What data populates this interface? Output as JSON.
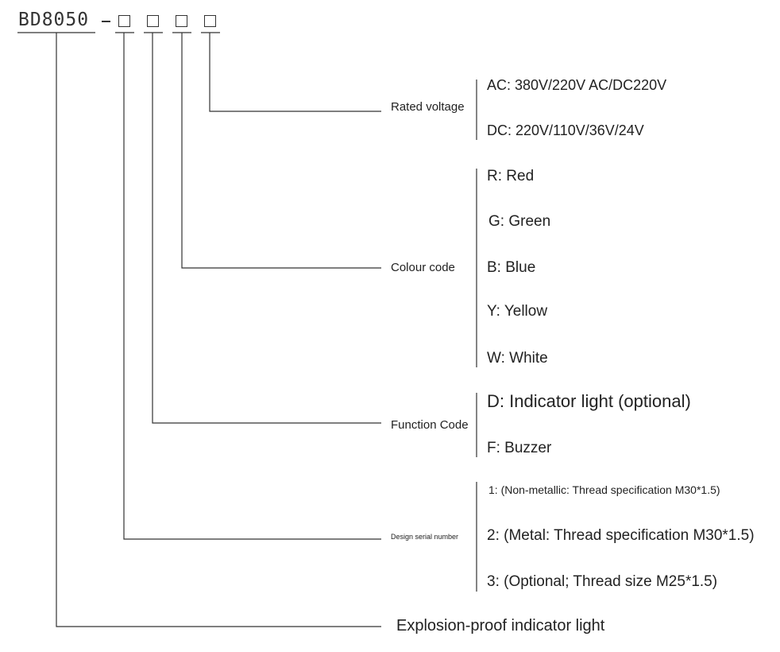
{
  "model": {
    "code": "BD8050",
    "separator": "-",
    "slot_count": 4
  },
  "title": "Explosion-proof indicator light",
  "branches": [
    {
      "label": "Rated voltage",
      "options": [
        "AC: 380V/220V AC/DC220V",
        "DC: 220V/110V/36V/24V"
      ]
    },
    {
      "label": "Colour code",
      "options": [
        "R: Red",
        "G: Green",
        "B: Blue",
        "Y: Yellow",
        "W: White"
      ]
    },
    {
      "label": "Function Code",
      "options": [
        "D: Indicator light (optional)",
        "F: Buzzer"
      ]
    },
    {
      "label": "Design serial number",
      "options": [
        "1: (Non-metallic: Thread specification M30*1.5)",
        "2: (Metal: Thread specification M30*1.5)",
        "3: (Optional; Thread size M25*1.5)"
      ]
    }
  ],
  "colors": {
    "line": "#333333",
    "text": "#222222",
    "background": "#ffffff"
  }
}
